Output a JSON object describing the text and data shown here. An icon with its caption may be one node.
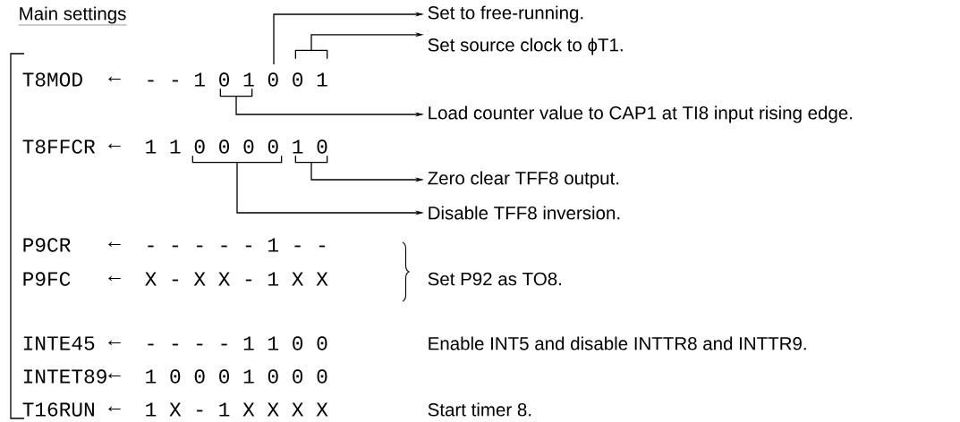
{
  "diagram": {
    "title": "Main settings",
    "nodes": [
      {
        "text": [
          "Set to free-running."
        ]
      },
      {
        "text": [
          "Set source clock to ϕT1."
        ]
      },
      {
        "text": [
          "Load counter value to CAP1 at TI8 input rising edge."
        ]
      },
      {
        "text": [
          "Zero clear TFF8 output."
        ]
      },
      {
        "text": [
          "Disable TFF8 inversion."
        ]
      },
      {
        "text": [],
        "shape": "bracket"
      },
      {
        "text": [],
        "shape": "bracket"
      },
      {
        "text": [],
        "shape": "bracket"
      },
      {
        "text": [],
        "shape": "bracket"
      }
    ],
    "edges": [
      {
        "from": null,
        "to": 0,
        "arrow": "to"
      },
      {
        "from": 5,
        "to": 1,
        "arrow": "to"
      },
      {
        "from": 6,
        "to": 2,
        "arrow": "to"
      },
      {
        "from": 8,
        "to": 3,
        "arrow": "to"
      },
      {
        "from": 7,
        "to": 4,
        "arrow": "to"
      }
    ],
    "labels": [
      "T8MOD",
      "←",
      "- - 1 0 1 0 0 1",
      "T8FFCR",
      "←",
      "1 1 0 0 0 0 1 0",
      "P9CR",
      "←",
      "- - - - - 1 - -",
      "P9FC",
      "←",
      "X - X X - 1 X X",
      "Set P92 as TO8.",
      "INTE45",
      "←",
      "- - - - 1 1 0 0",
      "Enable INT5 and disable INTTR8 and INTTR9.",
      "INTET89",
      "←",
      "1 0 0 0 1 0 0 0",
      "T16RUN",
      "←",
      "1 X - 1 X X X X",
      "Start timer 8."
    ]
  }
}
